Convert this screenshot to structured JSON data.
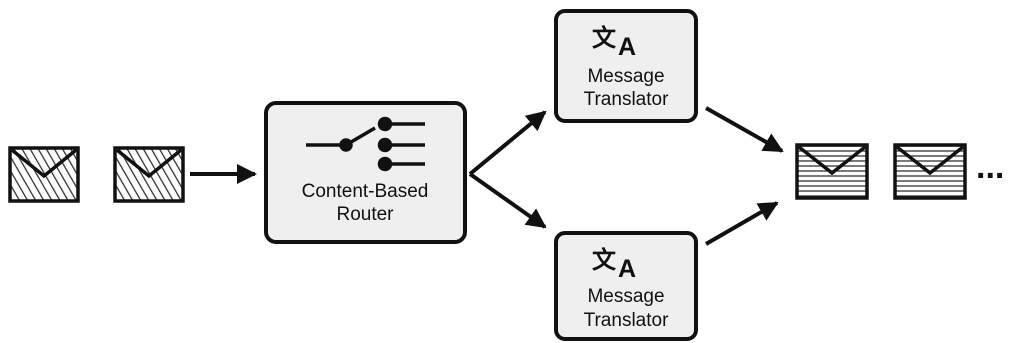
{
  "router": {
    "label_line1": "Content-Based",
    "label_line2": "Router",
    "icon": "switch-icon"
  },
  "translator_top": {
    "label_line1": "Message",
    "label_line2": "Translator",
    "icon": "translate-icon",
    "glyph_source": "文",
    "glyph_target": "A"
  },
  "translator_bottom": {
    "label_line1": "Message",
    "label_line2": "Translator",
    "icon": "translate-icon",
    "glyph_source": "文",
    "glyph_target": "A"
  },
  "input_messages": {
    "icon": "envelope-diagonal-hatch-icon",
    "count": 2
  },
  "output_messages": {
    "icon": "envelope-horizontal-lines-icon",
    "count": 2
  },
  "continuation": "...",
  "colors": {
    "stroke": "#111111",
    "box_fill": "#efefef",
    "background": "#ffffff"
  }
}
